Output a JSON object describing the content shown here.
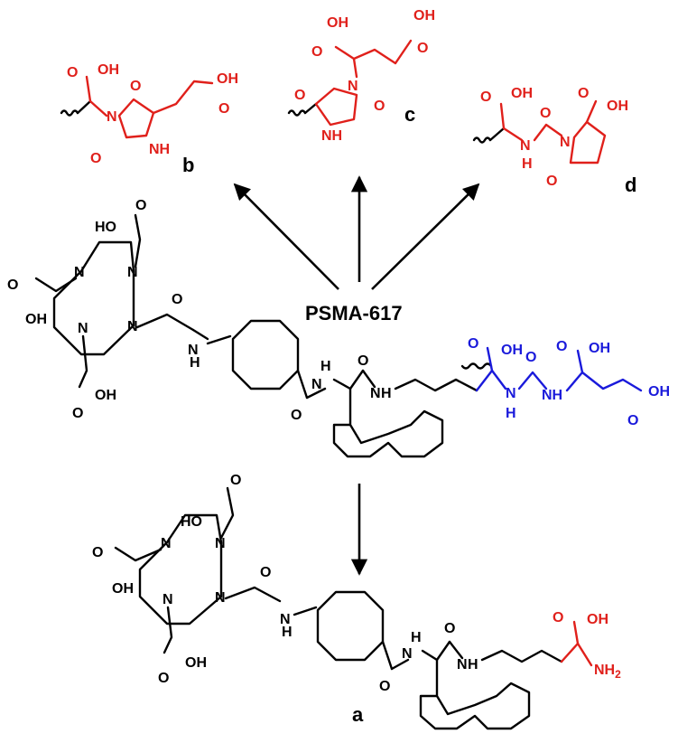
{
  "colors": {
    "bond": "#000000",
    "modified": "#e0201b",
    "pharmacophore": "#1a1adb"
  },
  "center": {
    "title": "PSMA-617"
  },
  "labels": {
    "a": "a",
    "b": "b",
    "c": "c",
    "d": "d"
  },
  "atoms": {
    "oh": "OH",
    "ho": "HO",
    "o": "O",
    "n": "N",
    "h": "H",
    "nh": "NH",
    "nh2": "NH",
    "nh2_sub": "2"
  }
}
